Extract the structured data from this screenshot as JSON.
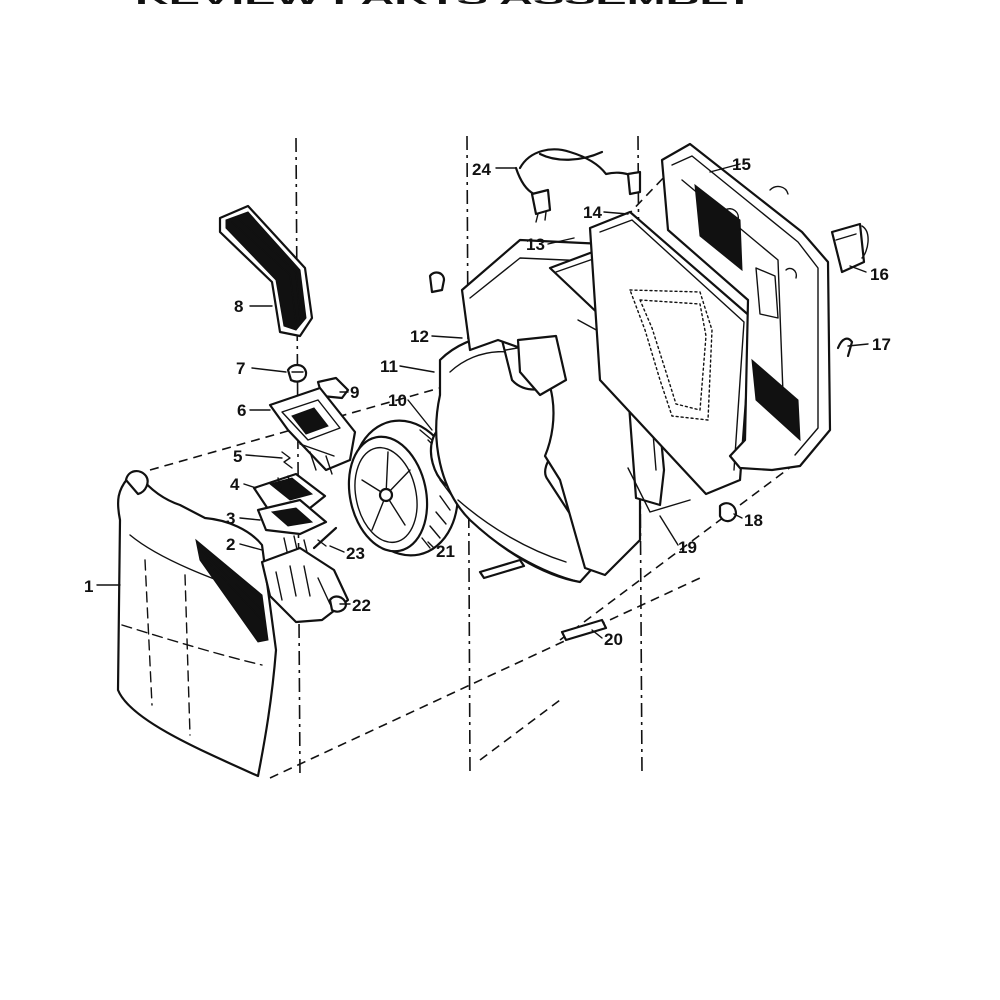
{
  "header_text": "REVIEW PARTS ASSEMBLY",
  "callouts": [
    {
      "id": "1",
      "label": "1"
    },
    {
      "id": "2",
      "label": "2"
    },
    {
      "id": "3",
      "label": "3"
    },
    {
      "id": "4",
      "label": "4"
    },
    {
      "id": "5",
      "label": "5"
    },
    {
      "id": "6",
      "label": "6"
    },
    {
      "id": "7",
      "label": "7"
    },
    {
      "id": "8",
      "label": "8"
    },
    {
      "id": "9",
      "label": "9"
    },
    {
      "id": "10",
      "label": "10"
    },
    {
      "id": "11",
      "label": "11"
    },
    {
      "id": "12",
      "label": "12"
    },
    {
      "id": "13",
      "label": "13"
    },
    {
      "id": "14",
      "label": "14"
    },
    {
      "id": "15",
      "label": "15"
    },
    {
      "id": "16",
      "label": "16"
    },
    {
      "id": "17",
      "label": "17"
    },
    {
      "id": "18",
      "label": "18"
    },
    {
      "id": "19",
      "label": "19"
    },
    {
      "id": "20",
      "label": "20"
    },
    {
      "id": "21",
      "label": "21"
    },
    {
      "id": "22",
      "label": "22"
    },
    {
      "id": "23",
      "label": "23"
    },
    {
      "id": "24",
      "label": "24"
    }
  ]
}
